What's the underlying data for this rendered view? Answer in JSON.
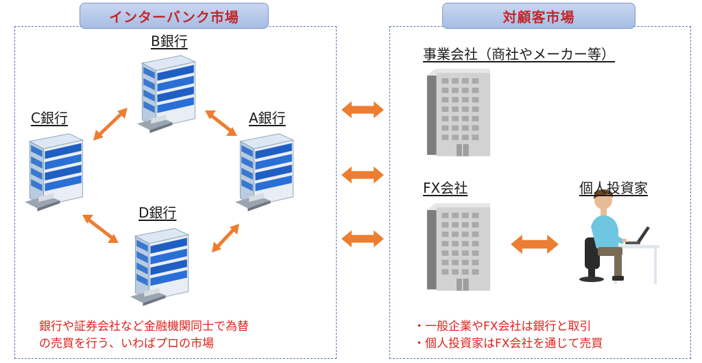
{
  "interbank": {
    "title": "インターバンク市場",
    "banks": {
      "b": "B銀行",
      "c": "C銀行",
      "a": "A銀行",
      "d": "D銀行"
    },
    "note_line1": "銀行や証券会社など金融機関同士で為替",
    "note_line2": "の売買を行う、いわばプロの市場"
  },
  "customer": {
    "title": "対顧客市場",
    "business_label": "事業会社（商社やメーカー等）",
    "fx_label": "FX会社",
    "investor_label": "個人投資家",
    "note_line1": "・一般企業やFX会社は銀行と取引",
    "note_line2": "・個人投資家はFX会社を通じて売買"
  },
  "colors": {
    "arrow": "#ed7d31",
    "note_text": "#e0201c",
    "title_text": "#c0282d",
    "tab_fill": "#b8cae9"
  },
  "icons": [
    "blue-bank-building-icon",
    "gray-office-building-icon",
    "investor-at-desk-icon",
    "double-arrow-icon"
  ]
}
